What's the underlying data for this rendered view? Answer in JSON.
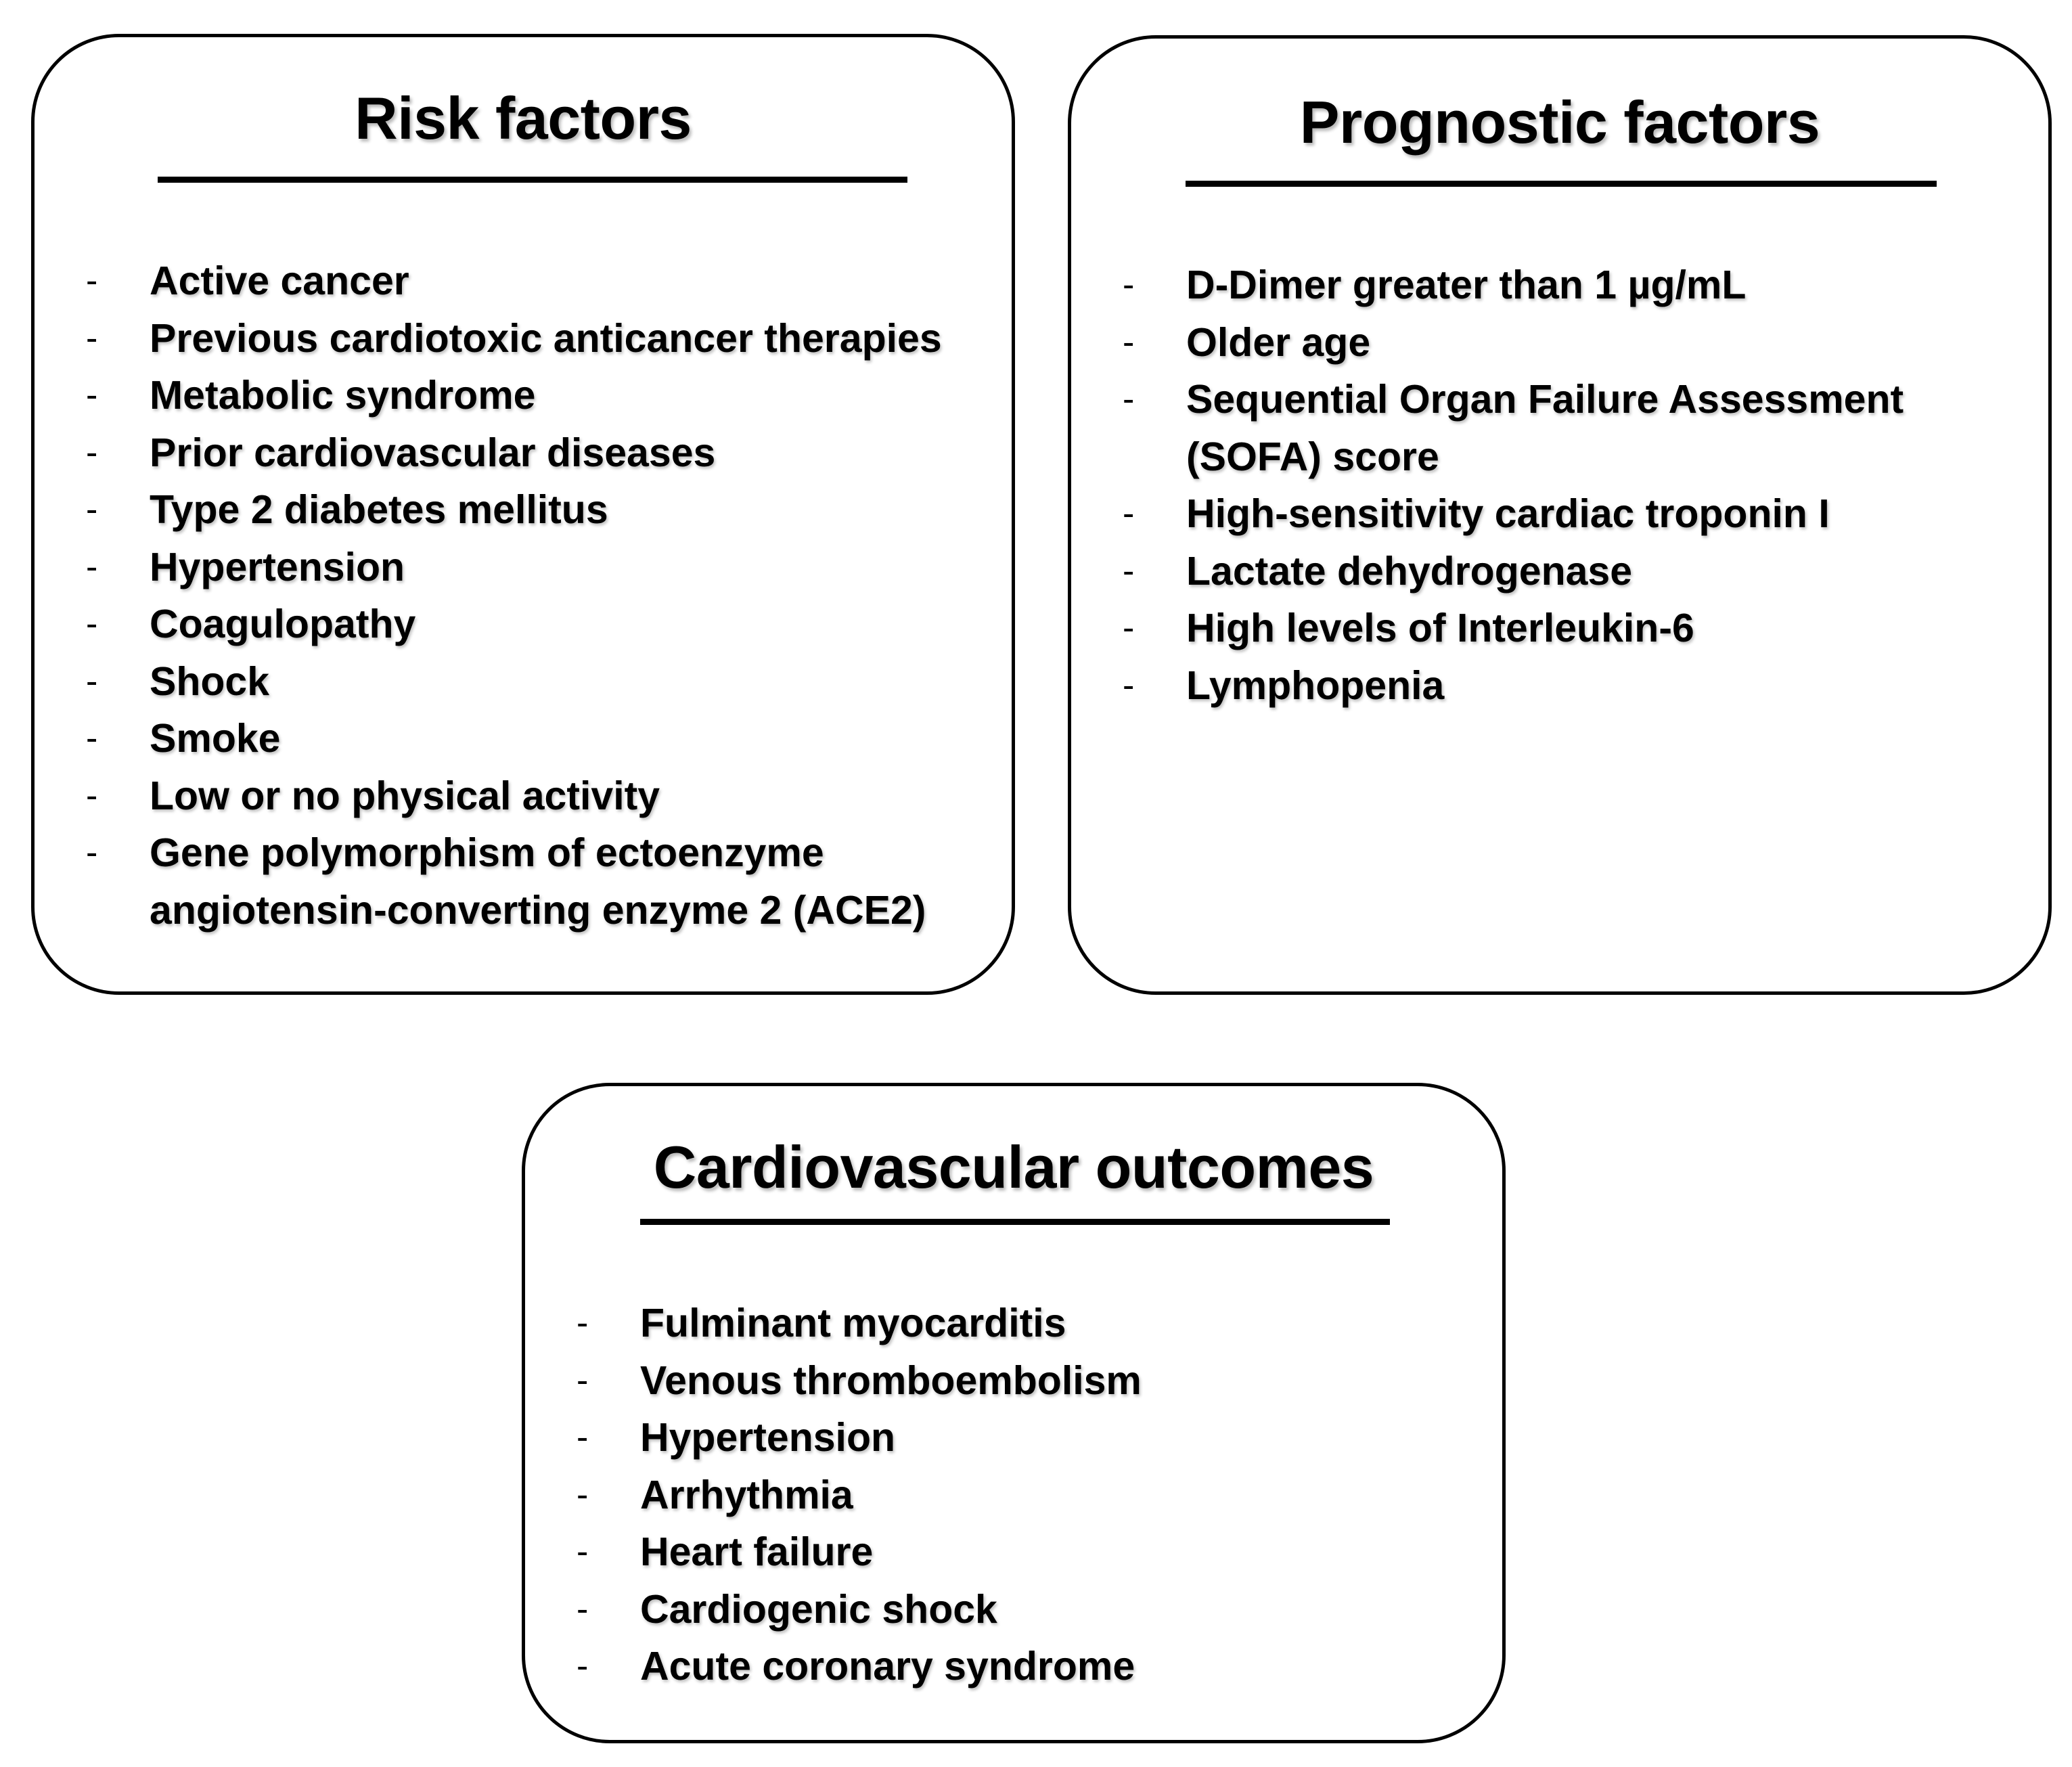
{
  "panels": {
    "risk": {
      "title": "Risk factors",
      "bullet": "-",
      "items": [
        "Active cancer",
        "Previous cardiotoxic anticancer therapies",
        "Metabolic syndrome",
        "Prior cardiovascular diseases",
        "Type 2 diabetes mellitus",
        "Hypertension",
        "Coagulopathy",
        "Shock",
        "Smoke",
        "Low or no physical activity",
        "Gene polymorphism of ectoenzyme angiotensin-converting enzyme 2 (ACE2)"
      ]
    },
    "prognostic": {
      "title": "Prognostic factors",
      "bullet": "-",
      "items": [
        "D-Dimer greater than 1 µg/mL",
        "Older age",
        "Sequential Organ Failure Assessment (SOFA) score",
        "High-sensitivity cardiac troponin I",
        "Lactate dehydrogenase",
        "High levels of Interleukin-6",
        "Lymphopenia"
      ]
    },
    "outcomes": {
      "title": "Cardiovascular outcomes",
      "bullet": "-",
      "items": [
        "Fulminant myocarditis",
        "Venous thromboembolism",
        "Hypertension",
        "Arrhythmia",
        "Heart failure",
        "Cardiogenic shock",
        "Acute coronary syndrome"
      ]
    }
  },
  "colors": {
    "border": "#000000",
    "text": "#000000",
    "background": "#ffffff"
  }
}
